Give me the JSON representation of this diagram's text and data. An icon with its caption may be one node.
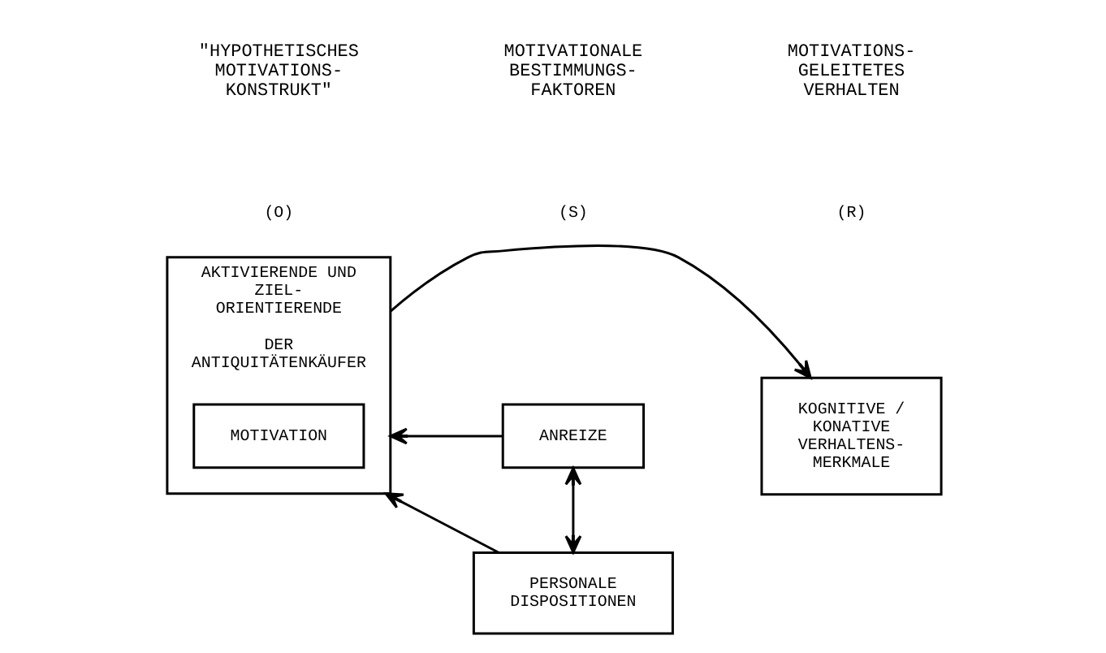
{
  "diagram": {
    "nodes": [
      {
        "text": [
          "ANREIZE"
        ]
      },
      {
        "text": [
          "PERSONALE DISPOSITIONEN"
        ]
      },
      {
        "text": [
          "AKTIVIERENDE UND ZIEL- ORIENTIERENDE",
          "DER ANTIQUITÄTENKÄUFER"
        ]
      },
      {
        "text": [
          "MOTIVATION"
        ],
        "in": 2
      },
      {
        "text": [
          "KOGNITIVE / KONATIVE VERHALTENS- MERKMALE"
        ]
      }
    ],
    "edges": [
      {
        "from": 0,
        "to": 2,
        "arrow": "to"
      },
      {
        "from": 0,
        "to": 1,
        "arrow": "both"
      },
      {
        "from": 1,
        "to": 2,
        "arrow": "to"
      },
      {
        "from": 2,
        "to": 4,
        "arrow": "to"
      }
    ],
    "labels": [
      "MOTIVATIONALE BESTIMMUNGS- FAKTOREN",
      "(S)",
      "\"HYPOTHETISCHES MOTIVATIONS- KONSTRUKT\"",
      "(O)",
      "MOTIVATIONS- GELEITETES VERHALTEN",
      "(R)"
    ]
  }
}
